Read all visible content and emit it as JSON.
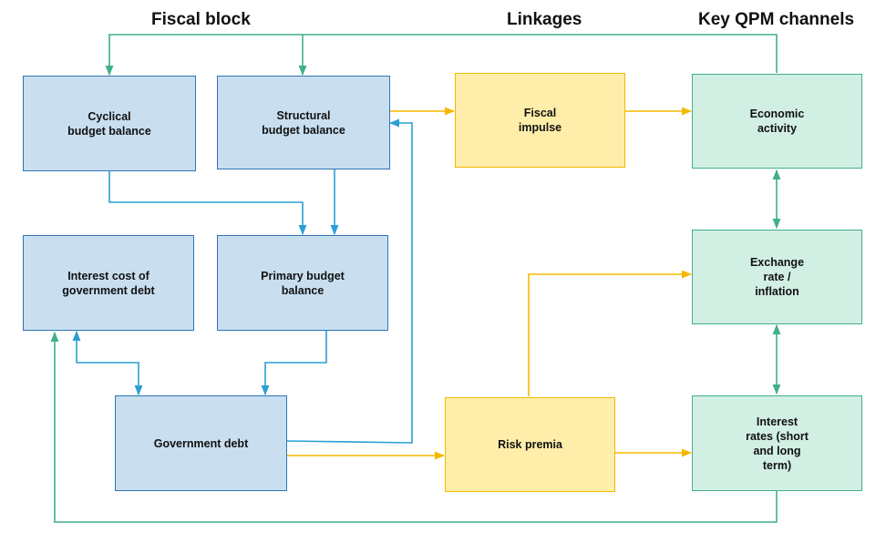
{
  "headers": {
    "fiscal_block": "Fiscal block",
    "linkages": "Linkages",
    "key_qpm": "Key QPM channels"
  },
  "boxes": {
    "cyclical": "Cyclical\nbudget balance",
    "structural": "Structural\nbudget balance",
    "interest_cost": "Interest cost of\ngovernment debt",
    "primary": "Primary budget\nbalance",
    "gov_debt": "Government debt",
    "fiscal_impulse": "Fiscal\nimpulse",
    "risk_premia": "Risk premia",
    "economic_activity": "Economic\nactivity",
    "exchange_rate": "Exchange\nrate /\ninflation",
    "interest_rates": "Interest\nrates (short\nand long\nterm)"
  },
  "colors": {
    "fiscal_fill": "#c9dff0",
    "fiscal_border": "#2e75b6",
    "fiscal_arrow": "#2b9fd6",
    "linkage_fill": "#ffeeaa",
    "linkage_border": "#f5b800",
    "linkage_arrow": "#f5b800",
    "qpm_fill": "#d2efe3",
    "qpm_border": "#3fb08a",
    "qpm_arrow": "#3fb08a"
  }
}
